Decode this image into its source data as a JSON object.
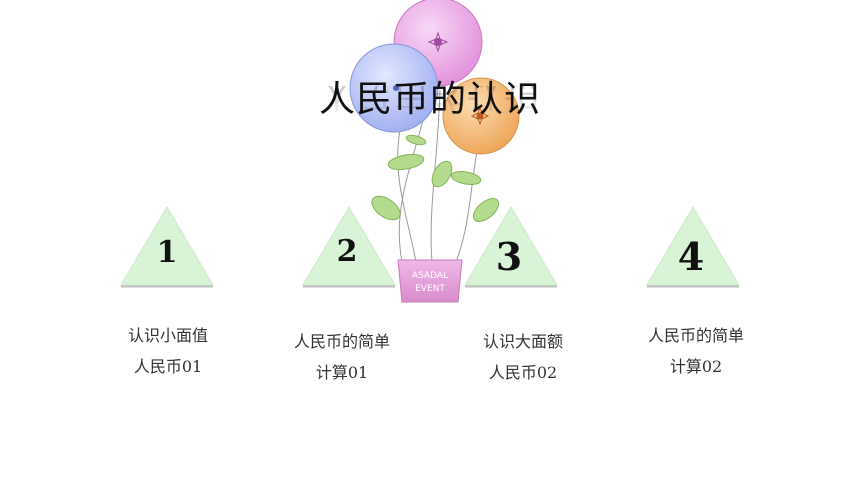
{
  "title": "人民币的认识",
  "pot_text": {
    "line1": "ASADAL",
    "line2": "EVENT"
  },
  "items": [
    {
      "number": "1",
      "line1": "认识小面值",
      "line2": "人民币01"
    },
    {
      "number": "2",
      "line1": "人民币的简单",
      "line2": "计算01"
    },
    {
      "number": "3",
      "line1": "认识大面额",
      "line2": "人民币02"
    },
    {
      "number": "4",
      "line1": "人民币的简单",
      "line2": "计算02"
    }
  ],
  "colors": {
    "triangle_fill": "#d9f3d6",
    "balloon_pink": "#e79ae0",
    "balloon_blue": "#a9b6f3",
    "balloon_orange": "#f2b36a",
    "pot": "#e8a6dc",
    "leaf": "#a8d27e"
  }
}
